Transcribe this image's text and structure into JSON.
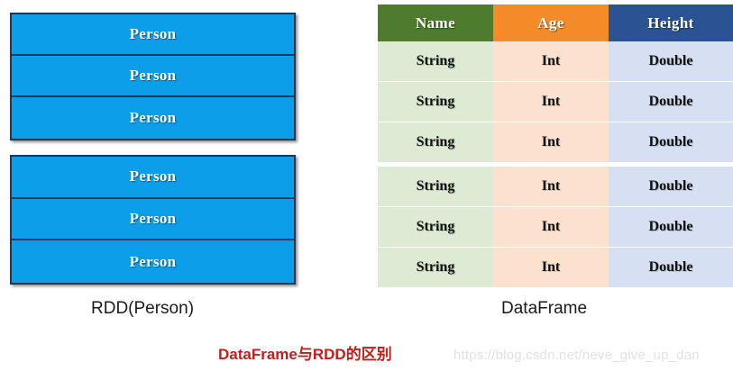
{
  "colors": {
    "rdd_block": "#0d9eea",
    "rdd_block_border": "#1a3a5c",
    "header_name": "#4f7b2c",
    "header_age": "#f58a28",
    "header_height": "#2b5393",
    "cell_name": "#deebd4",
    "cell_age": "#fce2ce",
    "cell_height": "#d6e0f2",
    "title_red": "#c0201c",
    "watermark_gray": "#e2e2e2",
    "page_background": "#ffffff"
  },
  "rdd": {
    "caption": "RDD(Person)",
    "partitions": [
      {
        "rows": [
          "Person",
          "Person",
          "Person"
        ]
      },
      {
        "rows": [
          "Person",
          "Person",
          "Person"
        ]
      }
    ]
  },
  "dataframe": {
    "caption": "DataFrame",
    "columns": [
      "Name",
      "Age",
      "Height"
    ],
    "rows": [
      [
        "String",
        "Int",
        "Double"
      ],
      [
        "String",
        "Int",
        "Double"
      ],
      [
        "String",
        "Int",
        "Double"
      ],
      [
        "String",
        "Int",
        "Double"
      ],
      [
        "String",
        "Int",
        "Double"
      ],
      [
        "String",
        "Int",
        "Double"
      ]
    ],
    "group_break_after_row": 3
  },
  "title": "DataFrame与RDD的区别",
  "watermark": "https://blog.csdn.net/neve_give_up_dan"
}
